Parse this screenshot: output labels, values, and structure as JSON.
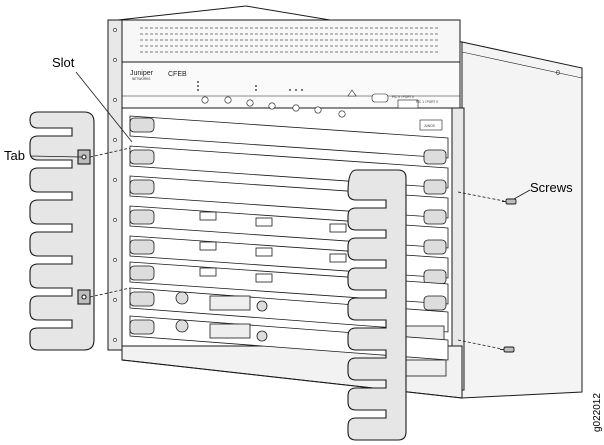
{
  "callouts": {
    "slot": "Slot",
    "tab": "Tab",
    "screws": "Screws"
  },
  "figure_id": "g022012",
  "device": {
    "brand_logo": "Juniper",
    "model_label": "CFEB",
    "badge": "JUNOS",
    "port_label_0": "PIC 0 / PORT 0",
    "port_label_1": "PIC 1 / PORT 0"
  },
  "colors": {
    "line": "#1a1a1a",
    "shade": "#d9d9d9",
    "dark_shade": "#a9a9a9",
    "light_shade": "#efefef"
  }
}
